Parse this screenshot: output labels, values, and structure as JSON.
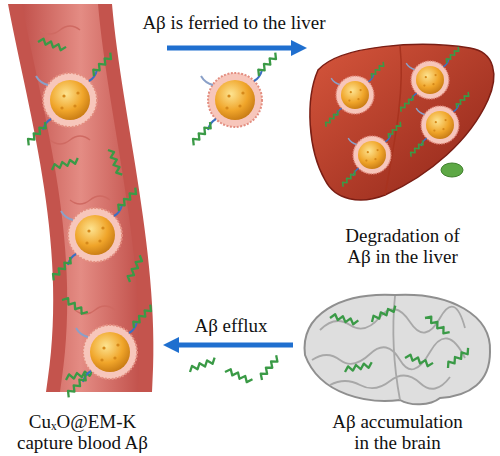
{
  "diagram": {
    "nodes": [
      {
        "text": [
          "CuₓO@EM-K capture blood Aβ"
        ]
      },
      {
        "text": [
          "Degradation of Aβ in the liver"
        ]
      },
      {
        "text": [
          "Aβ accumulation in the brain"
        ]
      }
    ],
    "edges": [
      {
        "from": 0,
        "to": 1,
        "label": "Aβ is ferried to the liver",
        "arrow": "to"
      },
      {
        "from": 2,
        "to": 0,
        "label": "Aβ efflux",
        "arrow": "to"
      }
    ]
  }
}
